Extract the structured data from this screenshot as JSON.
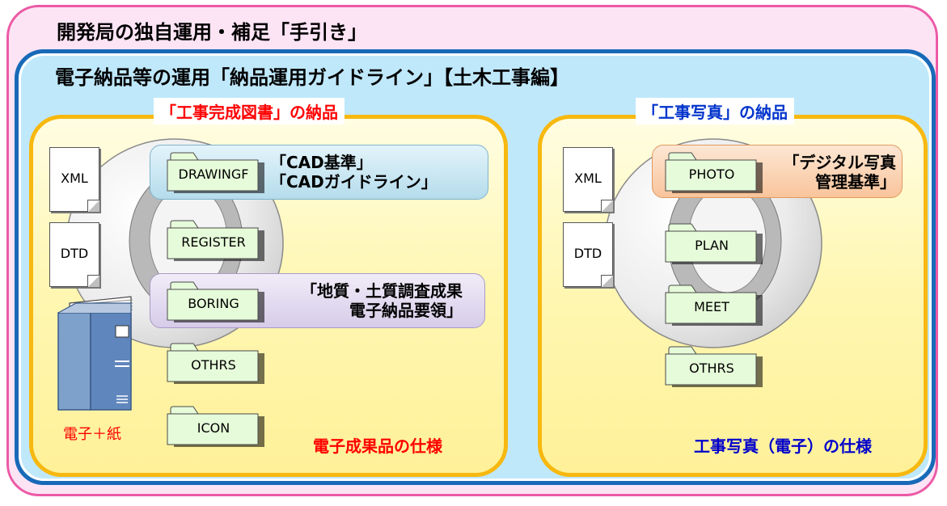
{
  "outer_title": "開発局の独自運用・補足「手引き」",
  "guideline_title": "電子納品等の運用「納品運用ガイドライン」【土木工事編】",
  "left_panel": {
    "label": "「工事完成図書」の納品",
    "spec": "電子成果品の仕様",
    "documents": [
      "XML",
      "DTD"
    ],
    "binder_label": "電子＋紙",
    "folders": [
      "DRAWINGF",
      "REGISTER",
      "BORING",
      "OTHRS",
      "ICON"
    ],
    "standards": [
      {
        "line1": "「CAD基準」",
        "line2": "「CADガイドライン」"
      },
      {
        "line1": "「地質・土質調査成果",
        "line2": "電子納品要領」"
      }
    ]
  },
  "right_panel": {
    "label": "「工事写真」の納品",
    "spec": "工事写真（電子）の仕様",
    "documents": [
      "XML",
      "DTD"
    ],
    "folders": [
      "PHOTO",
      "PLAN",
      "MEET",
      "OTHRS"
    ],
    "standards": [
      {
        "line1": "「デジタル写真",
        "line2": "管理基準」"
      }
    ]
  },
  "colors": {
    "outer_border": "#ec5aa6",
    "outer_fill": "#fde4f5",
    "blue_border": "#1869b8",
    "blue_fill": "#bfe8fb",
    "panel_border": "#f7b80f",
    "folder_fill": "#e6fbd9",
    "left_label": "#ff0000",
    "right_label": "#0033cc"
  }
}
